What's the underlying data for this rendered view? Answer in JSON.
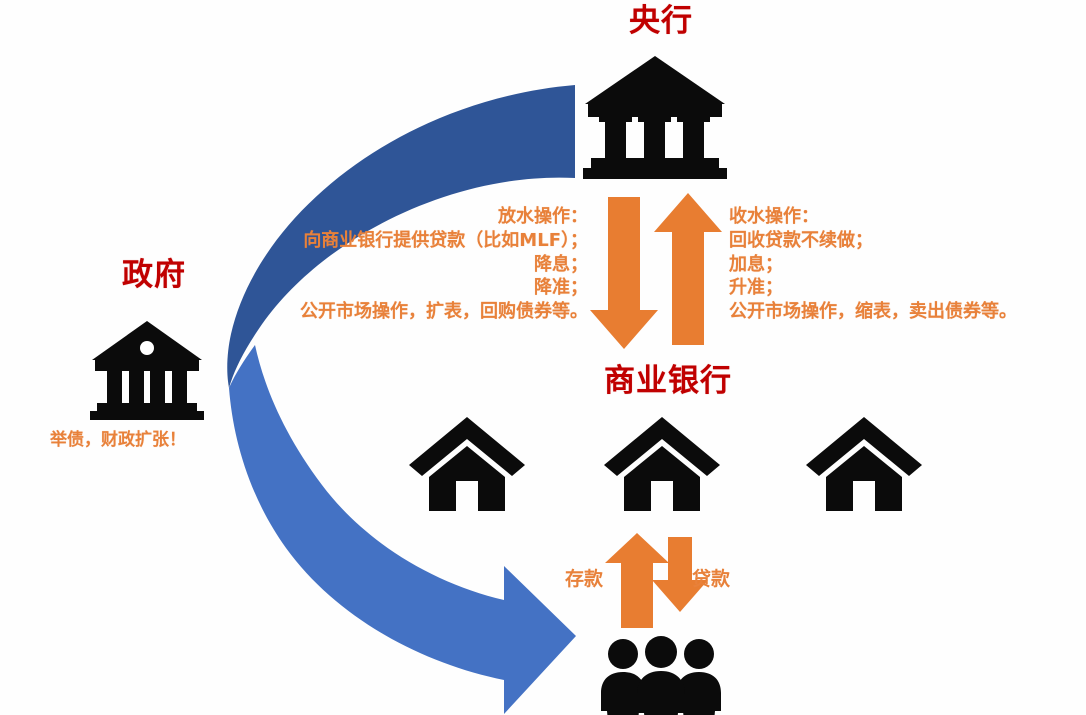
{
  "diagram": {
    "title_nodes": {
      "government": "政府",
      "central_bank": "央行",
      "commercial_banks": "商业银行"
    },
    "government": {
      "label": "政府",
      "note": "举债，财政扩张！",
      "icon": "bank-building-icon"
    },
    "central_bank": {
      "label": "央行",
      "icon": "bank-building-icon"
    },
    "commercial_banks": {
      "label": "商业银行",
      "icons": [
        "house-icon",
        "house-icon",
        "house-icon"
      ]
    },
    "public": {
      "icon": "three-people-icon"
    },
    "easing": {
      "heading": "放水操作：",
      "lines": [
        "向商业银行提供贷款（比如MLF）；",
        "降息；",
        "降准；",
        "公开市场操作，扩表，回购债券等。"
      ]
    },
    "tightening": {
      "heading": "收水操作：",
      "lines": [
        "回收贷款不续做；",
        "加息；",
        "升准；",
        "公开市场操作，缩表，卖出债券等。"
      ]
    },
    "flows": {
      "deposit": "存款",
      "loan": "贷款"
    },
    "colors": {
      "title_red": "#C00000",
      "annotation_orange": "#E8813A",
      "arrow_orange": "#E87D31",
      "arrow_blue_dark": "#2F5597",
      "arrow_blue_light": "#4472C4",
      "icon_black": "#0B0B0B",
      "background": "#FEFEFE"
    }
  }
}
